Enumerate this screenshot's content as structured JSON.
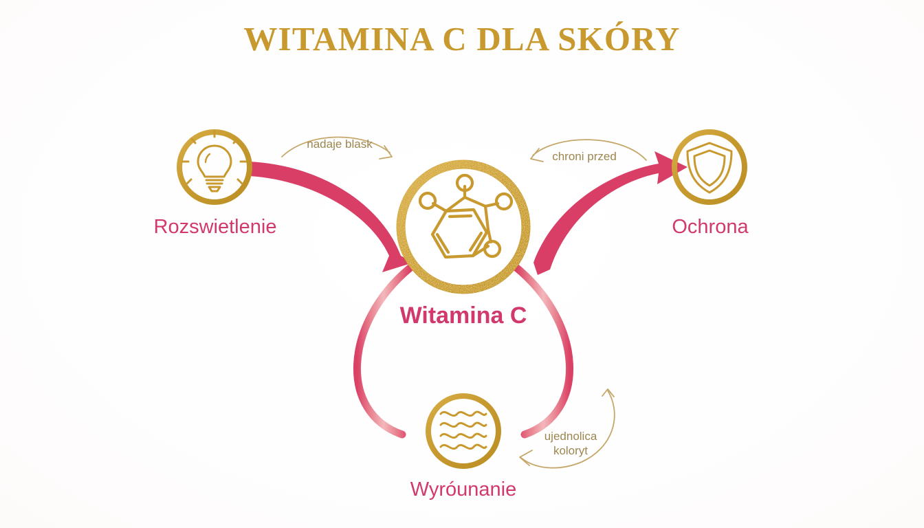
{
  "page": {
    "title": "WITAMINA C DLA SKÓRY",
    "background_color": "#ffffff",
    "gold_color": "#c8992f",
    "pink_color": "#d93f66",
    "label_pink_color": "#d1396b",
    "edge_label_color": "#9c8650"
  },
  "center": {
    "label": "Witamina C",
    "icon": "molecule-icon"
  },
  "nodes": [
    {
      "id": "rozswietlenie",
      "label": "Rozswietlenie",
      "icon": "lightbulb-icon",
      "position": "left"
    },
    {
      "id": "ochrona",
      "label": "Ochrona",
      "icon": "shield-icon",
      "position": "right"
    },
    {
      "id": "wyrounanie",
      "label": "Wyróunanie",
      "icon": "waves-icon",
      "position": "bottom"
    }
  ],
  "edges": [
    {
      "id": "edge-rozswietlenie",
      "label": "nadaje blask",
      "from": "rozswietlenie",
      "to": "center",
      "color": "#d93f66"
    },
    {
      "id": "edge-ochrona",
      "label": "chroni przed",
      "from": "center",
      "to": "ochrona",
      "color": "#d93f66"
    },
    {
      "id": "edge-wyrounanie",
      "label_line1": "ujednolica",
      "label_line2": "koloryt",
      "from": "center",
      "to": "wyrounanie",
      "color": "#eda0a8"
    }
  ]
}
